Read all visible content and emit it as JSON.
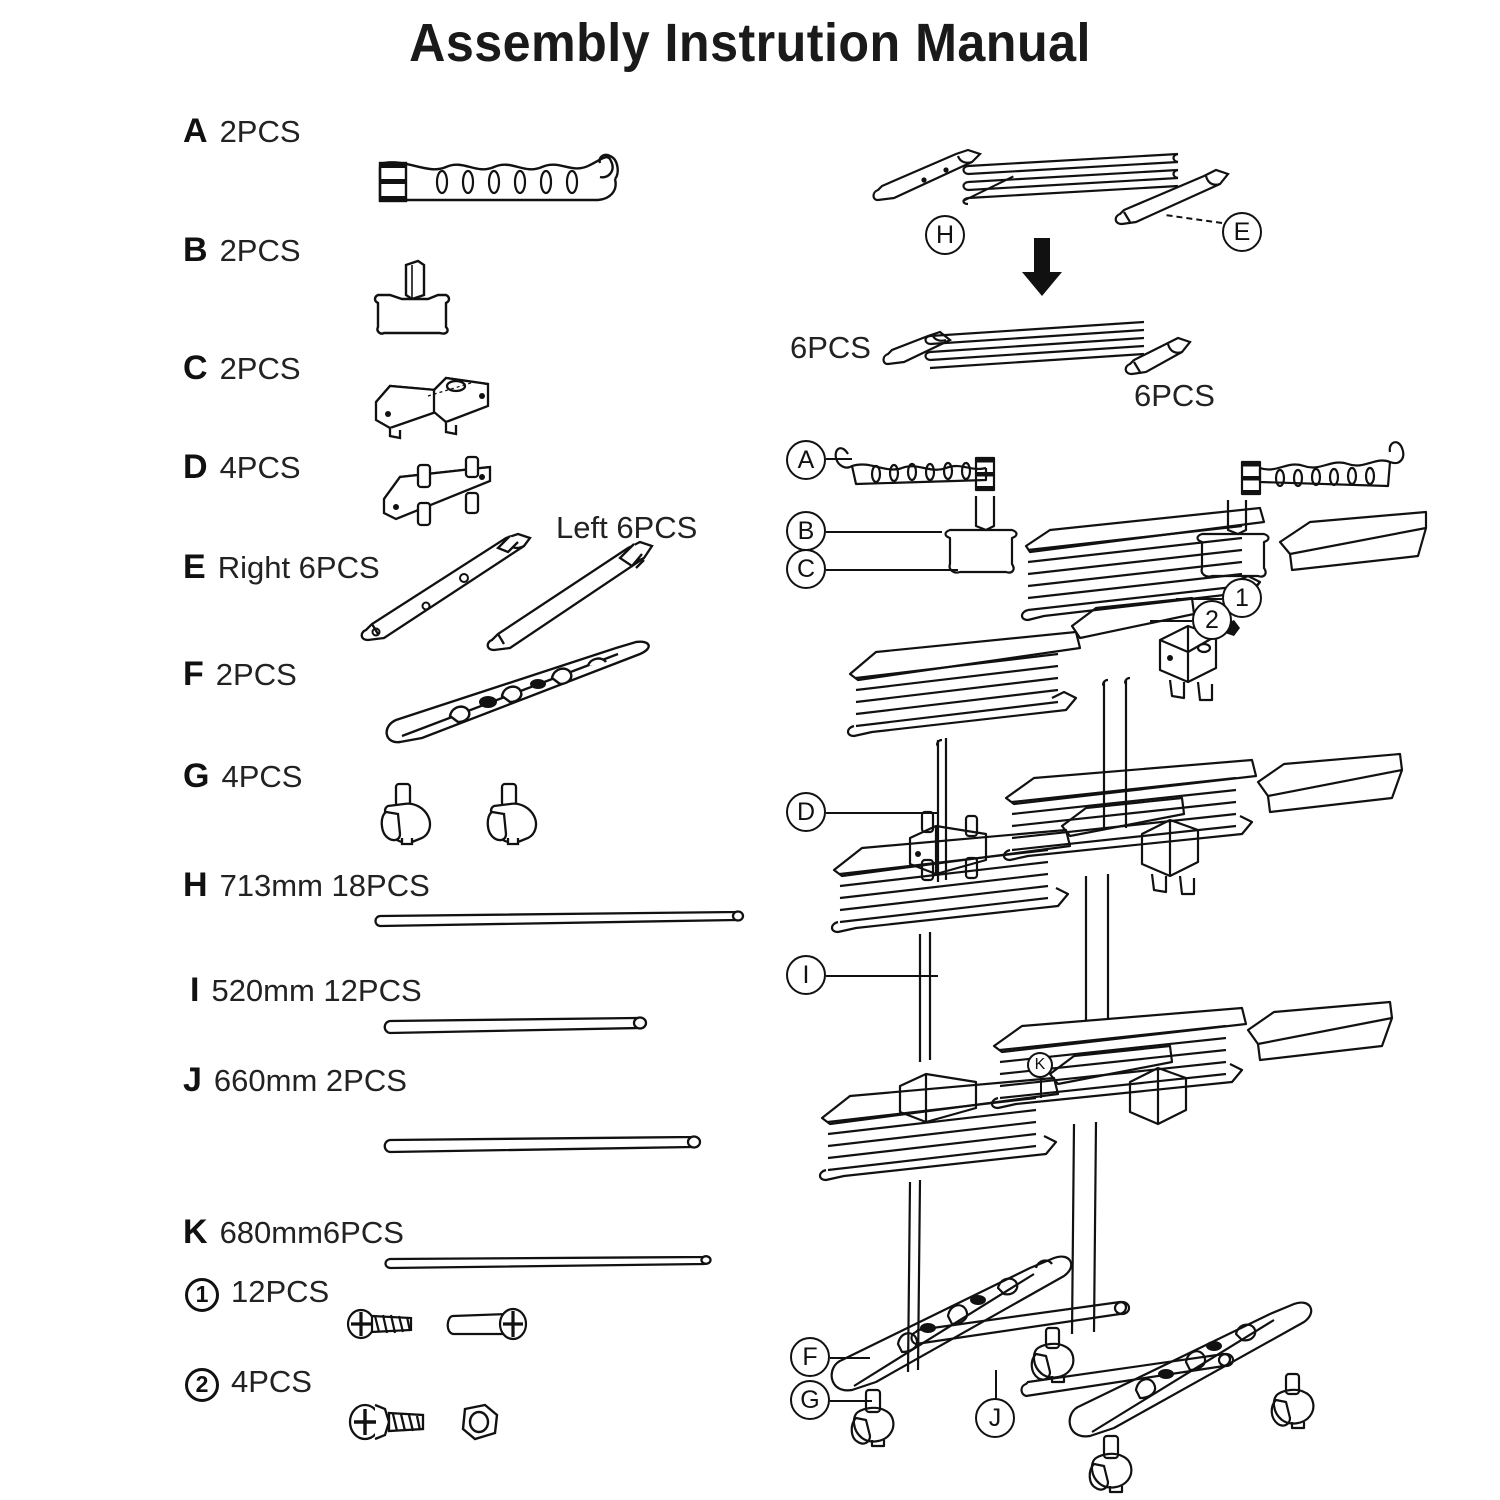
{
  "document": {
    "title": "Assembly Instrution Manual"
  },
  "parts_list": [
    {
      "letter": "A",
      "qty": "2PCS",
      "icon": "hanger-bar-icon"
    },
    {
      "letter": "B",
      "qty": "2PCS",
      "icon": "end-cap-block-icon"
    },
    {
      "letter": "C",
      "qty": "2PCS",
      "icon": "double-connector-icon"
    },
    {
      "letter": "D",
      "qty": "4PCS",
      "icon": "cross-connector-icon"
    },
    {
      "letter": "E",
      "qty": "Right  6PCS",
      "icon": "side-arm-right-icon"
    },
    {
      "letter": "F",
      "qty": "2PCS",
      "icon": "base-beam-icon"
    },
    {
      "letter": "G",
      "qty": "4PCS",
      "icon": "caster-wheel-icon"
    },
    {
      "letter": "H",
      "qty": "713mm 18PCS",
      "icon": "rod-713-icon"
    },
    {
      "letter": "I",
      "qty": "520mm 12PCS",
      "icon": "rod-520-icon"
    },
    {
      "letter": "J",
      "qty": "660mm 2PCS",
      "icon": "rod-660-icon"
    },
    {
      "letter": "K",
      "qty": "680mm6PCS",
      "icon": "rod-680-icon"
    }
  ],
  "parts_list_extra": {
    "e_left_note": "Left  6PCS"
  },
  "hardware_list": [
    {
      "num": "1",
      "qty": "12PCS",
      "icon": "phillips-screw-icon"
    },
    {
      "num": "2",
      "qty": "4PCS",
      "icon": "hex-bolt-and-nut-icon"
    }
  ],
  "step_top": {
    "callouts": [
      {
        "label": "H",
        "name": "callout-h"
      },
      {
        "label": "E",
        "name": "callout-e"
      }
    ],
    "arrow": "down-arrow-icon",
    "result_qty_left": "6PCS",
    "result_qty_right": "6PCS"
  },
  "exploded_view": {
    "callouts": [
      {
        "label": "A",
        "name": "callout-a"
      },
      {
        "label": "B",
        "name": "callout-b"
      },
      {
        "label": "C",
        "name": "callout-c"
      },
      {
        "label": "D",
        "name": "callout-d"
      },
      {
        "label": "I",
        "name": "callout-i"
      },
      {
        "label": "K",
        "name": "callout-k"
      },
      {
        "label": "F",
        "name": "callout-f"
      },
      {
        "label": "G",
        "name": "callout-g"
      },
      {
        "label": "J",
        "name": "callout-j"
      },
      {
        "label": "1",
        "name": "callout-screw-1"
      },
      {
        "label": "2",
        "name": "callout-bolt-2"
      }
    ]
  },
  "colors": {
    "ink": "#111111",
    "background": "#ffffff"
  }
}
